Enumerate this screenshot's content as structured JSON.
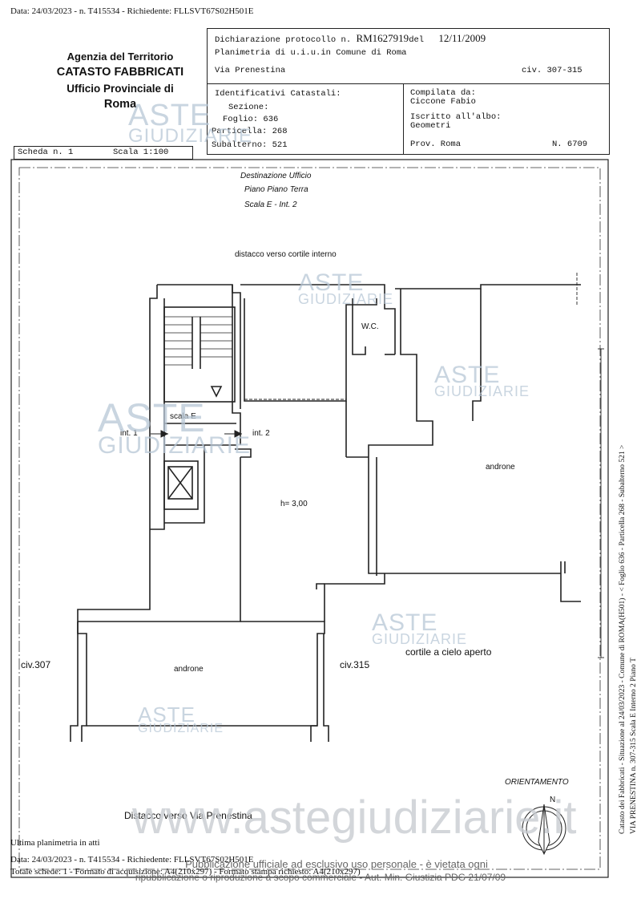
{
  "top_meta": "Data: 24/03/2023 - n. T415534 - Richiedente: FLLSVT67S02H501E",
  "agency": {
    "line1": "Agenzia del Territorio",
    "line2": "CATASTO FABBRICATI",
    "line3": "Ufficio Provinciale di",
    "line4": "Roma"
  },
  "scheda": {
    "label": "Scheda n. 1",
    "scala": "Scala 1:100"
  },
  "header": {
    "dichiarazione_label": "Dichiarazione protocollo n.",
    "protocollo": "RM1627919",
    "del_label": "del",
    "date": "12/11/2009",
    "planimetria": "Planimetria di u.i.u.in Comune di Roma",
    "via": "Via Prenestina",
    "civ": "civ. 307-315",
    "identificativi": "Identificativi Catastali:",
    "sezione": "Sezione:",
    "foglio": "Foglio: 636",
    "particella": "Particella: 268",
    "subalterno": "Subalterno: 521",
    "compilata": "Compilata da:",
    "compilatore": "Ciccone Fabio",
    "iscritto": "Iscritto all'albo:",
    "albo": "Geometri",
    "prov": "Prov. Roma",
    "numero": "N.  6709"
  },
  "plan": {
    "destinazione": "Destinazione Ufficio",
    "piano": "Piano Piano Terra",
    "scala": "Scala E - Int. 2",
    "distacco_cortile": "distacco verso cortile interno",
    "wc": "W.C.",
    "scala_e": "scala E",
    "int1": "int. 1",
    "int2": "int. 2",
    "androne_right": "androne",
    "altezza": "h= 3,00",
    "civ307": "civ.307",
    "civ315": "civ.315",
    "androne_bottom": "androne",
    "cortile": "cortile a cielo aperto",
    "orientamento": "ORIENTAMENTO",
    "nord": "N",
    "distacco_via": "Distacco verso Via Prenestina"
  },
  "side_text": {
    "line1": "Catasto dei Fabbricati - Situazione al 24/03/2023 - Comune di ROMA(H501) - < Foglio 636 - Particella 268 - Subalterno 521 >",
    "line2": "VIA PRENESTINA n. 307-315  Scala E Interno 2 Piano T"
  },
  "watermark": {
    "brand_top": "ASTE",
    "brand_bottom": "GIUDIZIARIE",
    "site": "www.astegiudiziarie.it"
  },
  "footer": {
    "ultima": "Ultima planimetria in atti",
    "data_line": "Data: 24/03/2023 - n. T415534 - Richiedente: FLLSVT67S02H501E",
    "totale": "Totale schede: 1 - Formato di acquisizione: A4(210x297)  - Formato stampa richiesto: A4(210x297)",
    "pubblicazione1": "Pubblicazione ufficiale ad esclusivo uso personale - è vietata ogni",
    "pubblicazione2": "ripubblicazione o riproduzione a scopo commerciale - Aut. Min. Giustizia PDG 21/07/09"
  }
}
